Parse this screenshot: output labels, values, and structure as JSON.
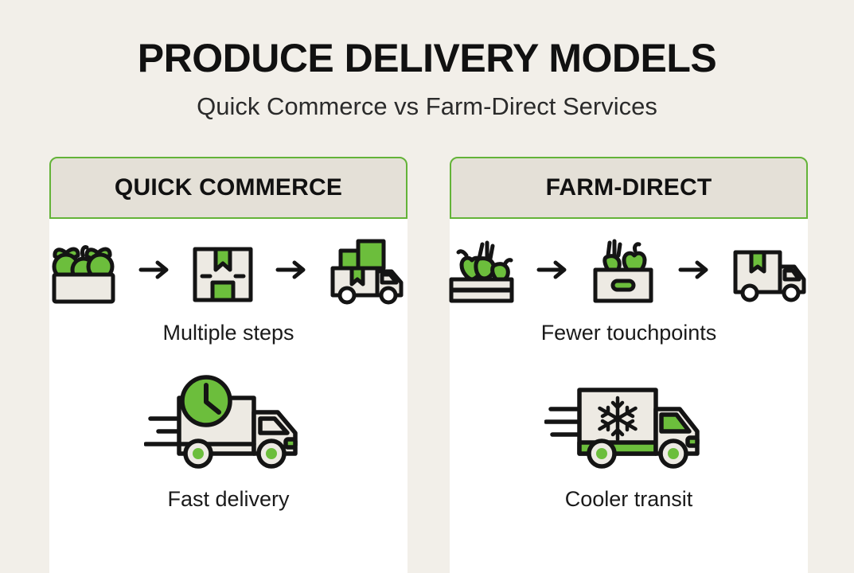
{
  "header": {
    "title": "PRODUCE DELIVERY MODELS",
    "subtitle": "Quick Commerce vs Farm-Direct Services"
  },
  "colors": {
    "background": "#f2efe9",
    "green": "#63b338",
    "green_fill": "#6cbe3c",
    "header_fill": "#e4e0d7",
    "card_fill": "#ffffff",
    "icon_fill": "#edeae3",
    "outline": "#141414",
    "text": "#111111"
  },
  "columns": [
    {
      "id": "quick-commerce",
      "header": "QUICK COMMERCE",
      "rows": [
        {
          "id": "steps",
          "caption": "Multiple steps",
          "icons": [
            "produce-crate-icon",
            "arrow-right-icon",
            "packed-box-icon",
            "arrow-right-icon",
            "loaded-truck-icon"
          ]
        },
        {
          "id": "speed",
          "caption": "Fast delivery",
          "icons": [
            "fast-delivery-truck-icon"
          ]
        }
      ]
    },
    {
      "id": "farm-direct",
      "header": "FARM-DIRECT",
      "rows": [
        {
          "id": "touchpoints",
          "caption": "Fewer touchpoints",
          "icons": [
            "farm-crate-icon",
            "arrow-right-icon",
            "handle-box-icon",
            "arrow-right-icon",
            "ribbon-truck-icon"
          ]
        },
        {
          "id": "temperature",
          "caption": "Cooler transit",
          "icons": [
            "refrigerated-truck-icon"
          ]
        }
      ]
    }
  ]
}
